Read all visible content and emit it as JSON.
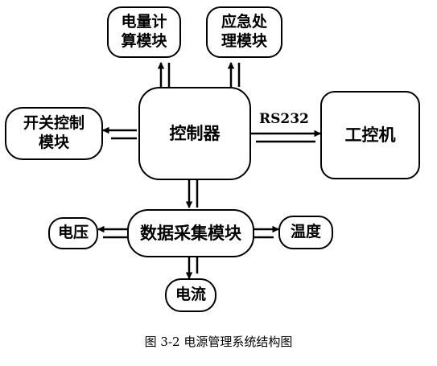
{
  "nodes": {
    "energy_calc": "电量计\n算模块",
    "emergency": "应急处\n理模块",
    "switch_ctrl": "开关控制\n模块",
    "controller": "控制器",
    "ipc": "工控机",
    "daq": "数据采集模块",
    "voltage": "电压",
    "temperature": "温度",
    "current": "电流"
  },
  "link_label": "RS232",
  "caption": "图 3-2  电源管理系统结构图",
  "colors": {
    "stroke": "#000000",
    "background": "#ffffff"
  }
}
